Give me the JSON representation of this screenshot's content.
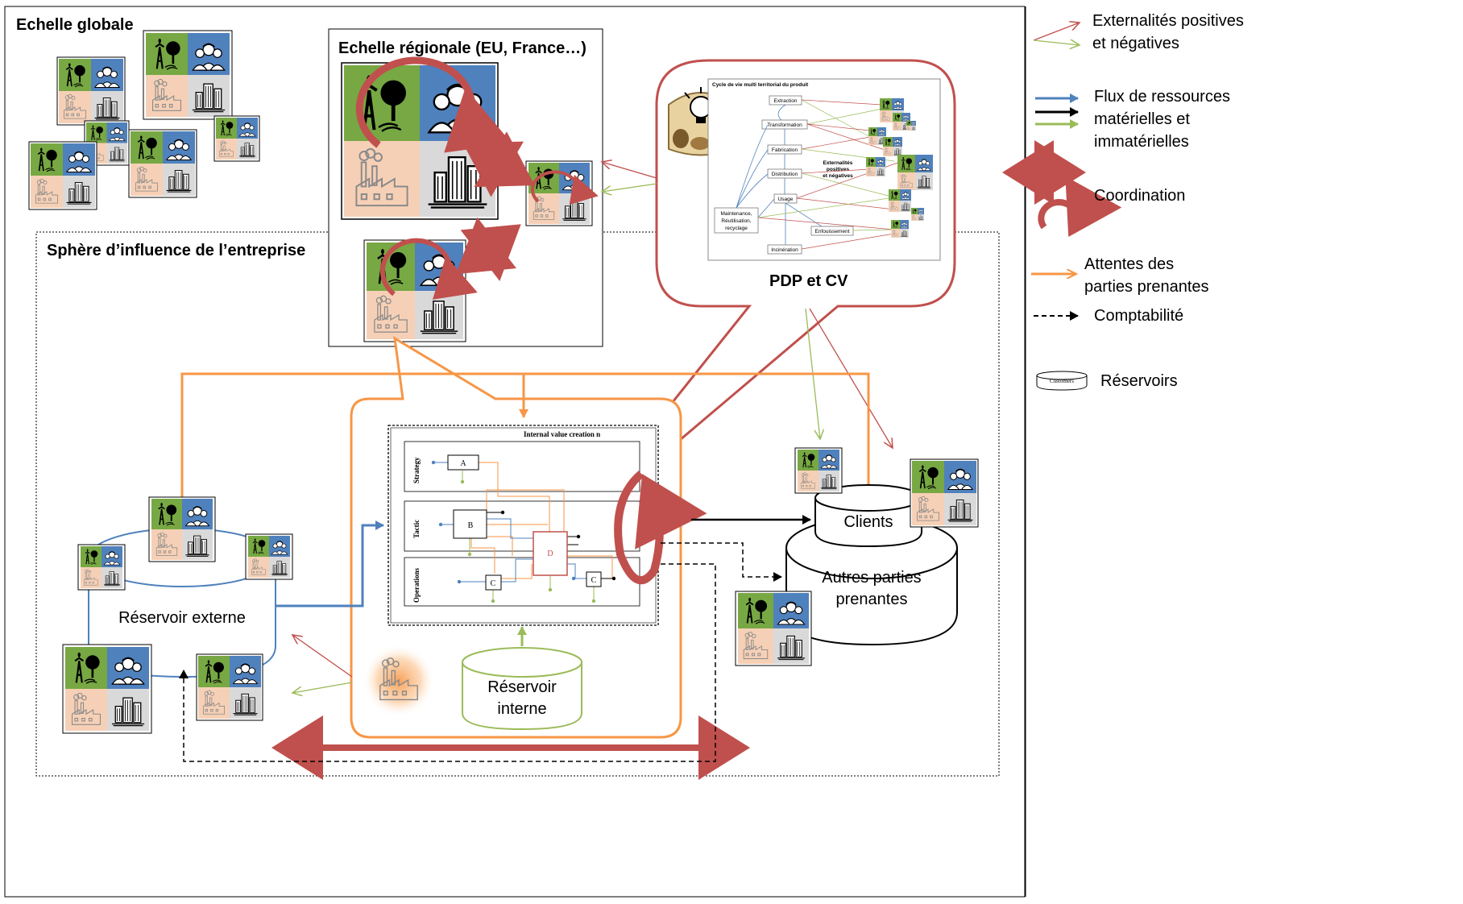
{
  "frame": {
    "global_title": "Echelle globale",
    "regional_title": "Echelle régionale (EU, France…)",
    "sphere_title": "Sphère d’influence de l’entreprise"
  },
  "pdp": {
    "label": "PDP et CV",
    "inner_title": "Cycle de vie multi territorial du produit",
    "stages": [
      "Extraction",
      "Transformation",
      "Fabrication",
      "Distribution",
      "Usage",
      "Enfouissement",
      "Incinération"
    ],
    "maintenance": [
      "Maintenance,",
      "Réutilisation,",
      "recyclage"
    ],
    "externalities": [
      "Externalités",
      "positives",
      "et négatives"
    ]
  },
  "value_net": {
    "title": "Internal value creation n",
    "rows": [
      "Strategy",
      "Tactic",
      "Operations"
    ],
    "nodes": [
      "A",
      "B",
      "D",
      "C",
      "C"
    ]
  },
  "reservoirs": {
    "external": "Réservoir externe",
    "internal": [
      "Réservoir",
      "interne"
    ],
    "clients": "Clients",
    "others": [
      "Autres parties",
      "prenantes"
    ]
  },
  "legend": {
    "externalities": [
      "Externalités positives",
      "et négatives"
    ],
    "flows": [
      "Flux de ressources",
      "matérielles et",
      "immatérielles"
    ],
    "coordination": "Coordination",
    "expectations": [
      "Attentes des",
      "parties prenantes"
    ],
    "accounting": "Comptabilité",
    "reservoirs": "Réservoirs",
    "reservoir_icon_label": "Customers"
  },
  "colors": {
    "red": "#c0504d",
    "green": "#9bbb59",
    "blue": "#4f81bd",
    "orange": "#f79646",
    "tile_green": "#77a843",
    "tile_blue": "#4f81bd",
    "tile_peach": "#f6d0b6",
    "tile_gray": "#d9d9d9"
  },
  "icons": [
    "nature-icon",
    "people-icon",
    "factory-icon",
    "city-icon",
    "lightbulb-meeting-icon",
    "factory-glow-icon"
  ]
}
